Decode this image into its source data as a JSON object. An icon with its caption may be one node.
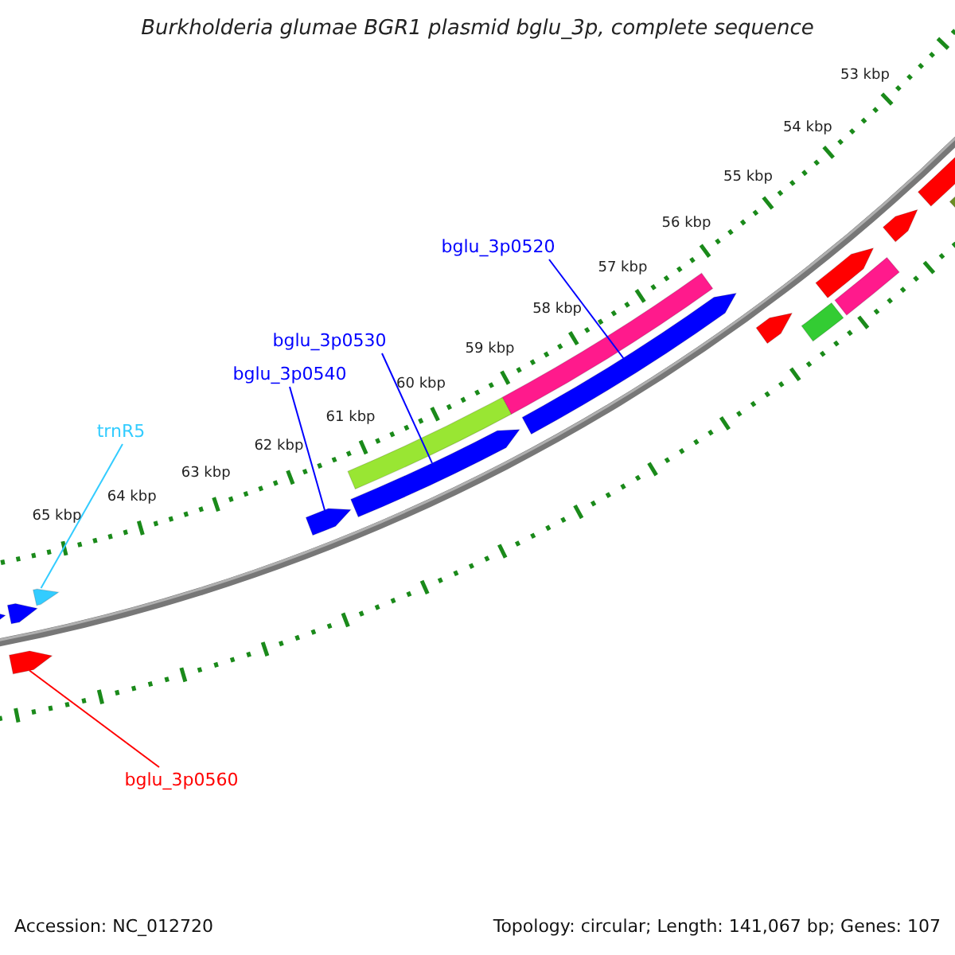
{
  "diagram": {
    "title": "Burkholderia glumae BGR1 plasmid bglu_3p, complete sequence",
    "nodes": [
      {
        "text": [
          "bglu_3p0520"
        ]
      },
      {
        "text": [],
        "shape": "arrow"
      },
      {
        "text": [
          "bglu_3p0530"
        ]
      },
      {
        "text": [],
        "shape": "arrow"
      },
      {
        "text": [
          "bglu_3p0540"
        ]
      },
      {
        "text": [],
        "shape": "arrow"
      },
      {
        "text": [
          "trnR5"
        ]
      },
      {
        "text": [],
        "shape": "arrow"
      },
      {
        "text": [
          "bglu_3p0560"
        ]
      },
      {
        "text": [],
        "shape": "arrow"
      }
    ],
    "edges": [
      {
        "from": 0,
        "to": 1,
        "arrow": "none"
      },
      {
        "from": 2,
        "to": 3,
        "arrow": "none"
      },
      {
        "from": 4,
        "to": 5,
        "arrow": "none"
      },
      {
        "from": 6,
        "to": 7,
        "arrow": "none",
        "color": "#33ccff"
      },
      {
        "from": 8,
        "to": 9,
        "arrow": "none",
        "color": "#ff0000"
      }
    ],
    "labels": [
      "53 kbp",
      "54 kbp",
      "55 kbp",
      "56 kbp",
      "57 kbp",
      "58 kbp",
      "59 kbp",
      "60 kbp",
      "61 kbp",
      "62 kbp",
      "63 kbp",
      "64 kbp",
      "65 kbp",
      "Accession: NC_012720",
      "Topology: circular; Length: 141,067 bp; Genes: 107"
    ]
  }
}
